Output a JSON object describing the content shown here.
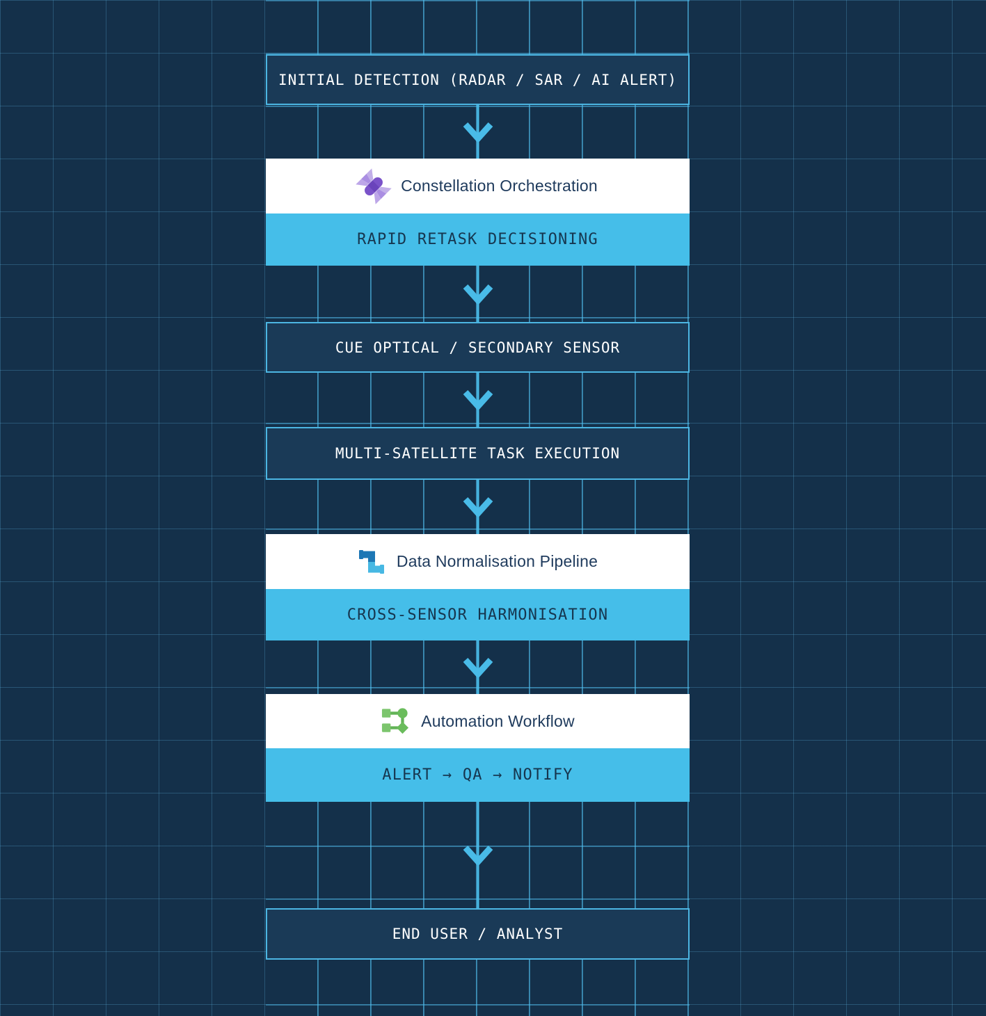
{
  "colors": {
    "background": "#14304A",
    "grid_line": "#58A8D4",
    "grid_band_line": "#4EBEEE",
    "node_border": "#4CB6E3",
    "node_fill": "#1A3A57",
    "band_cyan": "#45BEE9",
    "header_white": "#FFFFFF",
    "arrow_cyan": "#49BBE8",
    "text_light": "#FFFFFF",
    "text_navy": "#1E3A5C",
    "satellite_purple_body": "#7A52C9",
    "satellite_purple_panel": "#BDA6E8",
    "pipeline_blue_dark": "#1D77B5",
    "pipeline_blue_light": "#47B8E3",
    "workflow_green": "#6ABC5C"
  },
  "flow": {
    "nodes": [
      {
        "type": "process",
        "label": "INITIAL DETECTION (RADAR / SAR / AI ALERT)"
      },
      {
        "type": "group",
        "icon": "satellite-icon",
        "title": "Constellation Orchestration",
        "subtitle": "RAPID RETASK DECISIONING"
      },
      {
        "type": "process",
        "label": "CUE OPTICAL / SECONDARY SENSOR"
      },
      {
        "type": "process",
        "label": "MULTI-SATELLITE TASK EXECUTION"
      },
      {
        "type": "group",
        "icon": "pipeline-icon",
        "title": "Data Normalisation Pipeline",
        "subtitle": "CROSS-SENSOR HARMONISATION"
      },
      {
        "type": "group",
        "icon": "workflow-icon",
        "title": "Automation Workflow",
        "subtitle": "ALERT → QA → NOTIFY"
      },
      {
        "type": "process",
        "label": "END USER / ANALYST"
      }
    ]
  }
}
